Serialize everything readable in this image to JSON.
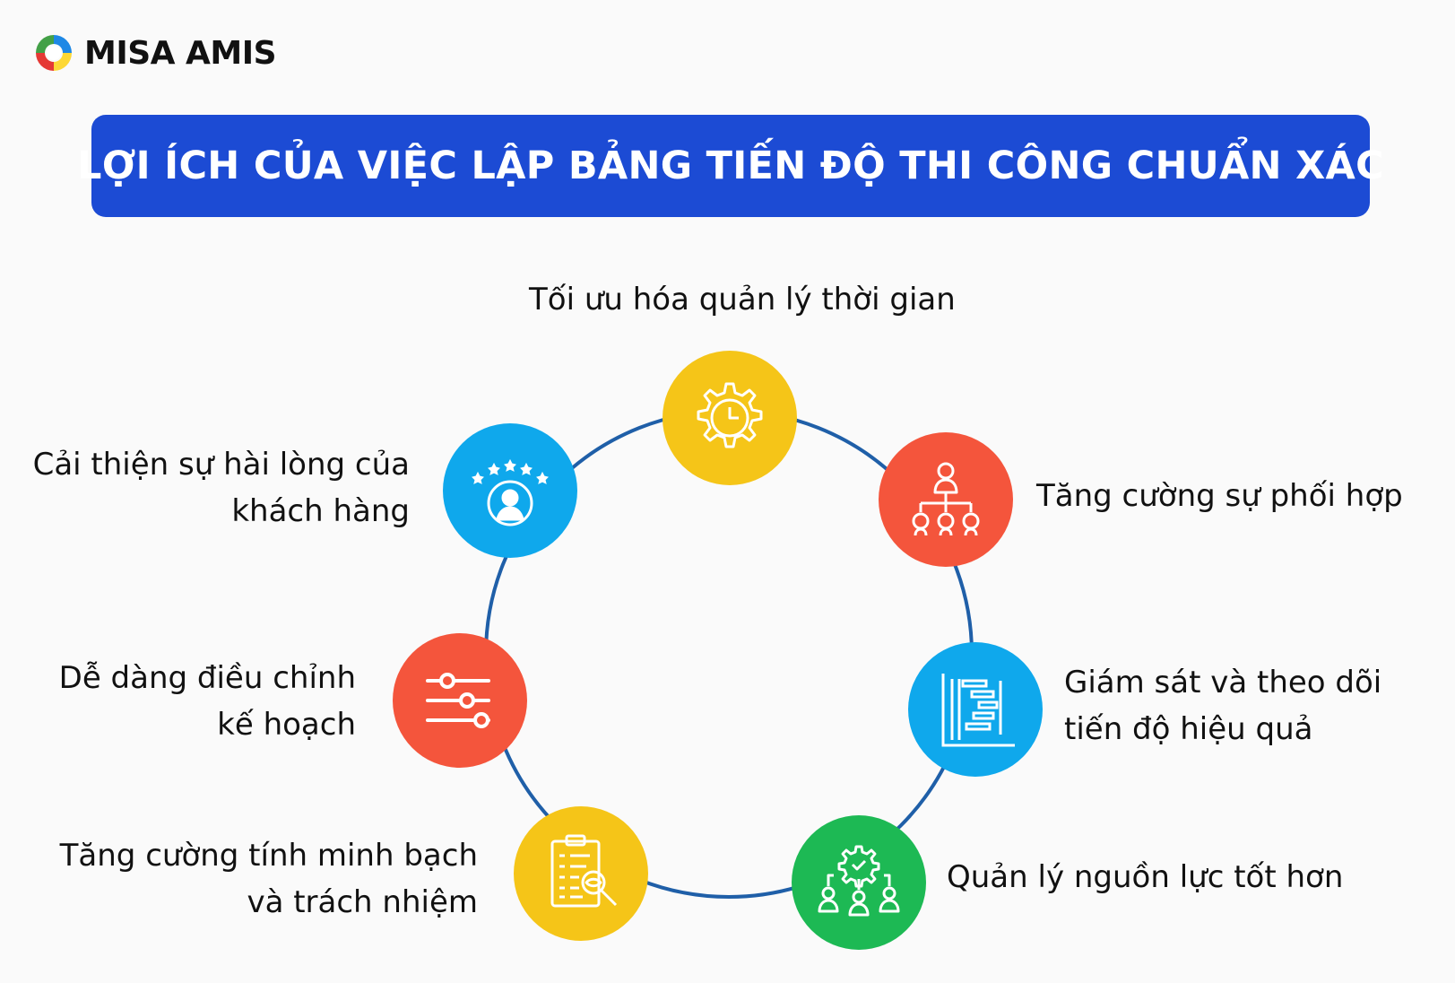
{
  "brand": {
    "logo_text": "MISA AMIS",
    "colors": {
      "ring_blue": "#1e88e5",
      "ring_red": "#e53935",
      "ring_yellow": "#fdd835",
      "ring_green": "#43a047"
    }
  },
  "header": {
    "title": "LỢI ÍCH CỦA VIỆC LẬP BẢNG TIẾN ĐỘ THI CÔNG CHUẨN XÁC",
    "background": "#1c4bd4"
  },
  "cycle": {
    "ring_color": "#1f5fa8",
    "items": [
      {
        "lines": [
          "Tối ưu hóa quản lý thời gian"
        ],
        "color": "#f5c518",
        "icon": "clock-gear-icon"
      },
      {
        "lines": [
          "Tăng cường sự phối hợp"
        ],
        "color": "#f4553c",
        "icon": "org-chart-icon"
      },
      {
        "lines": [
          "Giám sát và theo dõi",
          "tiến độ hiệu quả"
        ],
        "color": "#0fa8ec",
        "icon": "gantt-chart-icon"
      },
      {
        "lines": [
          "Quản lý nguồn lực tốt hơn"
        ],
        "color": "#1db954",
        "icon": "team-gear-icon"
      },
      {
        "lines": [
          "Tăng cường tính minh bạch",
          "và trách nhiệm"
        ],
        "color": "#f5c518",
        "icon": "checklist-search-icon"
      },
      {
        "lines": [
          "Dễ dàng điều chỉnh",
          "kế hoạch"
        ],
        "color": "#f4553c",
        "icon": "sliders-icon"
      },
      {
        "lines": [
          "Cải thiện sự hài lòng của",
          "khách hàng"
        ],
        "color": "#0fa8ec",
        "icon": "customer-rating-icon"
      }
    ]
  }
}
